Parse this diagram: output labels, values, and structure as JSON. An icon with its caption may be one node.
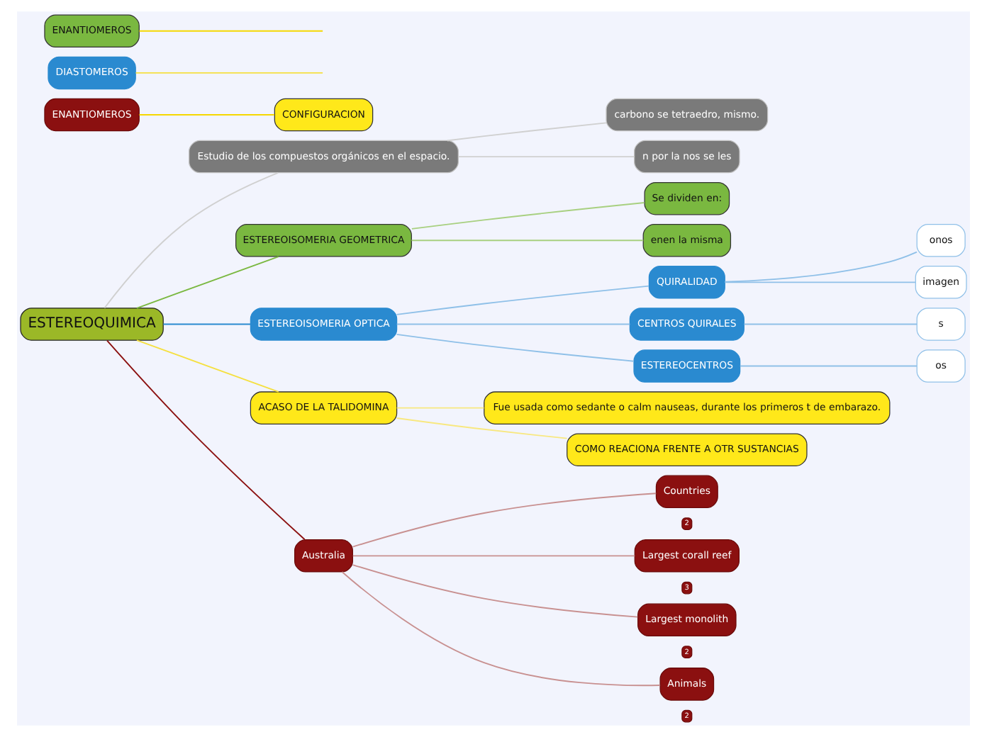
{
  "diagram": {
    "nodes": [
      {
        "text": [
          "ESTEREOQUIMICA"
        ]
      },
      {
        "text": [
          "Estudio de los compuestos orgánicos en el espacio."
        ]
      },
      {
        "text": [
          "carbono se tetraedro, mismo."
        ]
      },
      {
        "text": [
          "n por la nos se les"
        ]
      },
      {
        "text": [
          "ESTEREOISOMERIA GEOMETRICA"
        ]
      },
      {
        "text": [
          "Se dividen en:"
        ]
      },
      {
        "text": [
          "enen la misma"
        ]
      },
      {
        "text": [
          "ESTEREOISOMERIA OPTICA"
        ]
      },
      {
        "text": [
          "QUIRALIDAD"
        ]
      },
      {
        "text": [
          "onos"
        ]
      },
      {
        "text": [
          "imagen"
        ]
      },
      {
        "text": [
          "CENTROS QUIRALES"
        ]
      },
      {
        "text": [
          "s"
        ]
      },
      {
        "text": [
          "ESTEREOCENTROS"
        ]
      },
      {
        "text": [
          "os"
        ]
      },
      {
        "text": [
          "ENANTIOMEROS"
        ]
      },
      {
        "text": [
          "CONFIGURACION"
        ]
      },
      {
        "text": [
          "ACASO DE LA TALIDOMINA"
        ]
      },
      {
        "text": [
          "Fue usada como sedante o calm nauseas, durante los primeros t de embarazo."
        ]
      },
      {
        "text": [
          "COMO REACIONA FRENTE A OTR SUSTANCIAS"
        ]
      },
      {
        "text": [
          "Australia"
        ]
      },
      {
        "text": [
          "Countries"
        ],
        "beside": [
          "2"
        ]
      },
      {
        "text": [
          "Largest corall reef"
        ],
        "beside": [
          "3"
        ]
      },
      {
        "text": [
          "Largest monolith"
        ],
        "beside": [
          "2"
        ]
      },
      {
        "text": [
          "Animals"
        ],
        "beside": [
          "2"
        ]
      },
      {
        "text": [
          "DIASTOMEROS"
        ]
      },
      {
        "text": [
          "ENANTIOMEROS"
        ]
      }
    ],
    "edges": [
      {
        "from": 0,
        "to": 1,
        "arrow": "none",
        "color": "#d0d0d0"
      },
      {
        "from": 1,
        "to": 2,
        "arrow": "none",
        "color": "#d0d0d0"
      },
      {
        "from": 1,
        "to": 3,
        "arrow": "none",
        "color": "#d0d0d0"
      },
      {
        "from": 0,
        "to": 4,
        "arrow": "none",
        "color": "#7ab840"
      },
      {
        "from": 4,
        "to": 5,
        "arrow": "none",
        "color": "#a8d080"
      },
      {
        "from": 4,
        "to": 6,
        "arrow": "none",
        "color": "#a8d080"
      },
      {
        "from": 0,
        "to": 7,
        "arrow": "none",
        "color": "#2a8ad0"
      },
      {
        "from": 7,
        "to": 8,
        "arrow": "none",
        "color": "#8fc0e8"
      },
      {
        "from": 8,
        "to": 9,
        "arrow": "none",
        "color": "#8fc0e8"
      },
      {
        "from": 8,
        "to": 10,
        "arrow": "none",
        "color": "#8fc0e8"
      },
      {
        "from": 7,
        "to": 11,
        "arrow": "none",
        "color": "#8fc0e8"
      },
      {
        "from": 11,
        "to": 12,
        "arrow": "none",
        "color": "#8fc0e8"
      },
      {
        "from": 7,
        "to": 13,
        "arrow": "none",
        "color": "#8fc0e8"
      },
      {
        "from": 13,
        "to": 14,
        "arrow": "none",
        "color": "#8fc0e8"
      },
      {
        "from": 15,
        "to": 16,
        "arrow": "none",
        "color": "#f5d800"
      },
      {
        "from": 0,
        "to": 17,
        "arrow": "none",
        "color": "#f5e040"
      },
      {
        "from": 17,
        "to": 18,
        "arrow": "none",
        "color": "#f8e880"
      },
      {
        "from": 17,
        "to": 19,
        "arrow": "none",
        "color": "#f8e880"
      },
      {
        "from": 0,
        "to": 20,
        "arrow": "none",
        "color": "#8b1010"
      },
      {
        "from": 20,
        "to": 21,
        "arrow": "none",
        "color": "#c89090"
      },
      {
        "from": 20,
        "to": 22,
        "arrow": "none",
        "color": "#c89090"
      },
      {
        "from": 20,
        "to": 23,
        "arrow": "none",
        "color": "#c89090"
      },
      {
        "from": 20,
        "to": 24,
        "arrow": "none",
        "color": "#c89090"
      },
      {
        "from": 25,
        "to": null,
        "arrow": "none",
        "color": "#f5e040"
      },
      {
        "from": 26,
        "to": null,
        "arrow": "none",
        "color": "#f5d800"
      }
    ]
  }
}
